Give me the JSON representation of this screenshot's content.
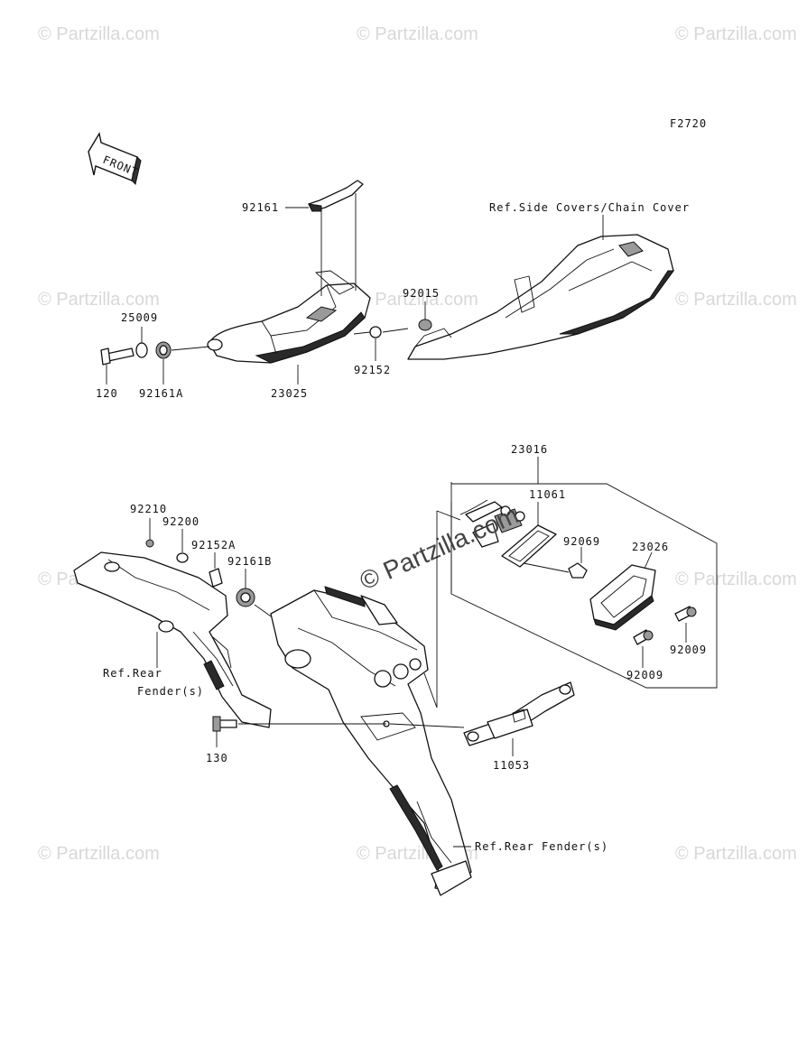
{
  "figure_code": "F2720",
  "front_label": "FRONT",
  "watermark_text": "© Partzilla.com",
  "center_watermark_text": "© Partzilla.com",
  "references": {
    "side_covers": "Ref.Side Covers/Chain Cover",
    "rear_fender_left_line1": "Ref.Rear",
    "rear_fender_left_line2": "Fender(s)",
    "rear_fender_bottom": "Ref.Rear Fender(s)"
  },
  "part_numbers": {
    "p92161": "92161",
    "p25009": "25009",
    "p120": "120",
    "p92161A": "92161A",
    "p23025": "23025",
    "p92015": "92015",
    "p92152": "92152",
    "p23016": "23016",
    "p11061": "11061",
    "p92069": "92069",
    "p23026": "23026",
    "p92009a": "92009",
    "p92009b": "92009",
    "p92210": "92210",
    "p92200": "92200",
    "p92152A": "92152A",
    "p92161B": "92161B",
    "p130": "130",
    "p11053": "11053"
  }
}
